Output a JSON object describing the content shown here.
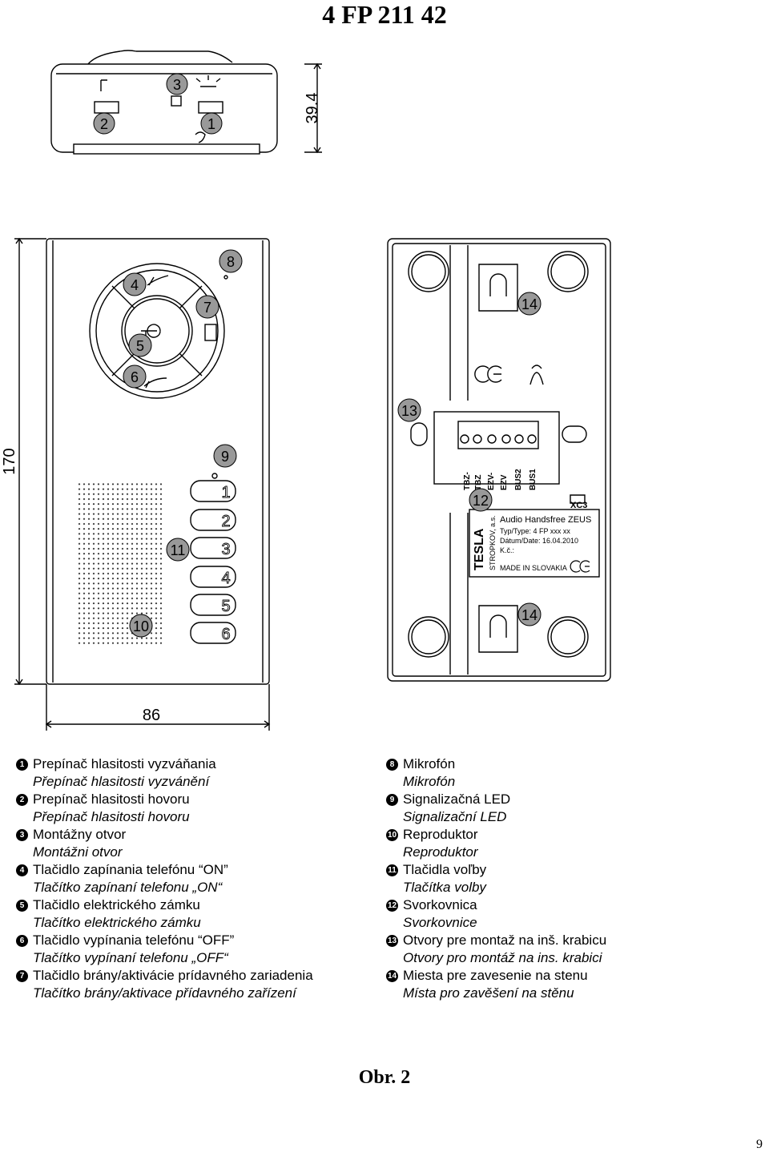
{
  "title": "4 FP 211 42",
  "dimensions": {
    "height_side": "39.4",
    "height_front": "170",
    "width": "86"
  },
  "callouts": {
    "c1": "1",
    "c2": "2",
    "c3": "3",
    "c4": "4",
    "c5": "5",
    "c6": "6",
    "c7": "7",
    "c8": "8",
    "c9": "9",
    "c10": "10",
    "c11": "11",
    "c12": "12",
    "c13": "13",
    "c14a": "14",
    "c14b": "14"
  },
  "keypad": [
    "1",
    "2",
    "3",
    "4",
    "5",
    "6"
  ],
  "terminal_labels": [
    "TBZ-",
    "TBZ",
    "EZV-",
    "EZV",
    "BUS2",
    "BUS1"
  ],
  "terminal_id": "XC3",
  "rating_plate": {
    "brand": "TESLA",
    "company": "STROPKOV, a.s.",
    "product": "Audio Handsfree ZEUS",
    "type": "Typ/Type: 4 FP xxx xx",
    "date": "Dátum/Date: 16.04.2010",
    "kc": "K.č.:",
    "made_in": "MADE IN SLOVAKIA"
  },
  "legend_left": [
    {
      "num": "1",
      "sk": "Prepínač hlasitosti vyzváňania",
      "cz": "Přepínač hlasitosti vyzvánění"
    },
    {
      "num": "2",
      "sk": "Prepínač hlasitosti hovoru",
      "cz": "Přepínač hlasitosti hovoru"
    },
    {
      "num": "3",
      "sk": "Montážny otvor",
      "cz": "Montážni otvor"
    },
    {
      "num": "4",
      "sk": "Tlačidlo zapínania telefónu “ON”",
      "cz": "Tlačítko zapínaní telefonu „ON“"
    },
    {
      "num": "5",
      "sk": "Tlačidlo elektrického zámku",
      "cz": "Tlačítko elektrického zámku"
    },
    {
      "num": "6",
      "sk": "Tlačidlo vypínania telefónu “OFF”",
      "cz": "Tlačítko vypínaní telefonu „OFF“"
    },
    {
      "num": "7",
      "sk": "Tlačidlo brány/aktivácie prídavného zariadenia",
      "cz": "Tlačítko brány/aktivace přídavného zařízení"
    }
  ],
  "legend_right": [
    {
      "num": "8",
      "sk": "Mikrofón",
      "cz": "Mikrofón"
    },
    {
      "num": "9",
      "sk": "Signalizačná LED",
      "cz": "Signalizační LED"
    },
    {
      "num": "10",
      "sk": "Reproduktor",
      "cz": "Reproduktor"
    },
    {
      "num": "11",
      "sk": "Tlačidla voľby",
      "cz": "Tlačítka volby"
    },
    {
      "num": "12",
      "sk": "Svorkovnica",
      "cz": "Svorkovnice"
    },
    {
      "num": "13",
      "sk": "Otvory pre montaž na inš. krabicu",
      "cz": "Otvory pro montáž na ins. krabici"
    },
    {
      "num": "14",
      "sk": "Miesta pre zavesenie na stenu",
      "cz": "Místa pro zavěšení na stěnu"
    }
  ],
  "figure_label": "Obr. 2",
  "page_number": "9"
}
